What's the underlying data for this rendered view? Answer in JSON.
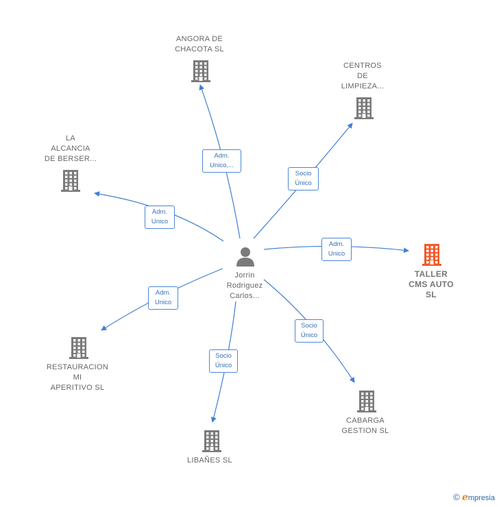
{
  "center": {
    "label": "Jorrin\nRodriguez\nCarlos..."
  },
  "companies": [
    {
      "id": "angora",
      "label": "ANGORA DE\nCHACOTA  SL",
      "active": false
    },
    {
      "id": "centros",
      "label": "CENTROS\nDE\nLIMPIEZA...",
      "active": false
    },
    {
      "id": "alcancia",
      "label": "LA\nALCANCIA\nDE BERSER...",
      "active": false
    },
    {
      "id": "taller",
      "label": "TALLER\nCMS AUTO\nSL",
      "active": true
    },
    {
      "id": "restauracion",
      "label": "RESTAURACION\nMI\nAPERITIVO  SL",
      "active": false
    },
    {
      "id": "cabarga",
      "label": "CABARGA\nGESTION  SL",
      "active": false
    },
    {
      "id": "libanes",
      "label": "LIBAÑES  SL",
      "active": false
    }
  ],
  "edges": [
    {
      "to": "angora",
      "label": "Adm.\nUnico,..."
    },
    {
      "to": "centros",
      "label": "Socio\nÚnico"
    },
    {
      "to": "alcancia",
      "label": "Adm.\nUnico"
    },
    {
      "to": "taller",
      "label": "Adm.\nUnico"
    },
    {
      "to": "restauracion",
      "label": "Adm.\nUnico"
    },
    {
      "to": "cabarga",
      "label": "Socio\nÚnico"
    },
    {
      "to": "libanes",
      "label": "Socio\nÚnico"
    }
  ],
  "colors": {
    "edge": "#3f7fd4",
    "building": "#7b7b7b",
    "building_active": "#f05a28",
    "person": "#7b7b7b"
  },
  "brand": {
    "copyright": "©",
    "name": "mpresia",
    "initial": "e"
  }
}
